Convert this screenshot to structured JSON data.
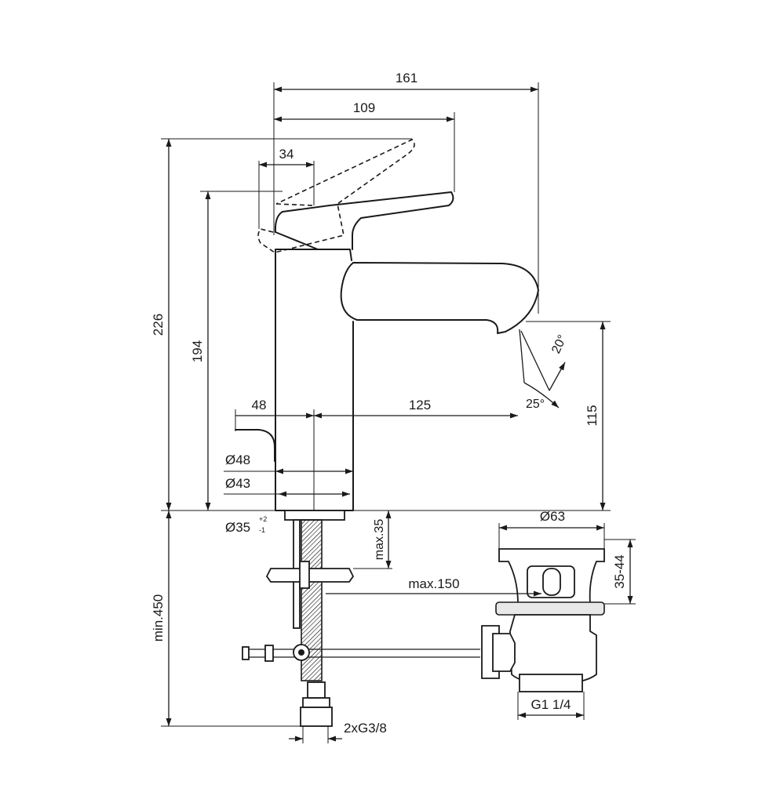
{
  "dimensions": {
    "d161": "161",
    "d109": "109",
    "d34": "34",
    "d226": "226",
    "d194": "194",
    "d48": "48",
    "d125": "125",
    "d115": "115",
    "dia48": "Ø48",
    "dia43": "Ø43",
    "dia35": "Ø35",
    "dia35_tol_plus": "+2",
    "dia35_tol_minus": "-1",
    "max35": "max.35",
    "dia63": "Ø63",
    "range35_44": "35-44",
    "max150": "max.150",
    "min450": "min.450",
    "g114": "G1 1/4",
    "g38": "2xG3/8",
    "angle20": "20°",
    "angle25": "25°"
  }
}
